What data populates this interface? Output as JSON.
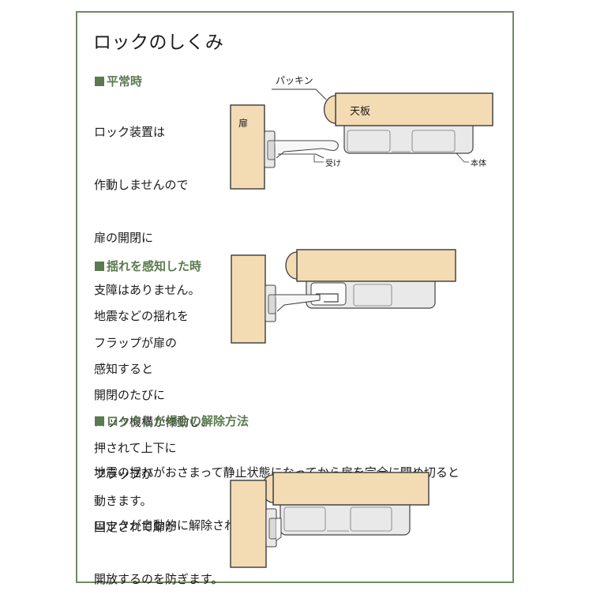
{
  "title": "ロックのしくみ",
  "colors": {
    "frame": "#6f8a62",
    "heading": "#5b7a4f",
    "wood": "#f3dbb4",
    "wood_stroke": "#3a3a3a",
    "body_grey": "#e9e9e9"
  },
  "sections": [
    {
      "heading": "平常時",
      "lines": [
        "ロック装置は",
        "作動しませんので",
        "扉の開閉に",
        "支障はありません。",
        "フラップが扉の",
        "開閉のたびに",
        "押されて上下に",
        "動きます。"
      ]
    },
    {
      "heading": "揺れを感知した時",
      "lines": [
        "地震などの揺れを",
        "感知すると",
        "ロック機構が作動し、",
        "フラップが",
        "固定されて扉が",
        "開放するのを防ぎます。"
      ]
    },
    {
      "heading": "ロックした場合の解除方法",
      "lines": [
        "地震の揺れがおさまって静止状態になってから扉を完全に閉め切ると",
        "ロックが自動的に解除されます。"
      ]
    }
  ],
  "diagram_labels": {
    "packing": "パッキン",
    "top_board": "天板",
    "door": "扉",
    "receiver": "受け",
    "main_body": "本体"
  }
}
